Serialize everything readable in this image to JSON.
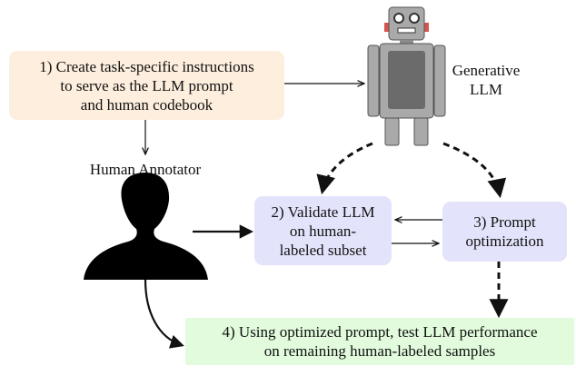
{
  "steps": {
    "step1": {
      "line1": "1) Create task-specific instructions",
      "line2": "to serve as the LLM prompt",
      "line3": "and human codebook"
    },
    "step2": {
      "line1": "2) Validate LLM",
      "line2": "on human-",
      "line3": "labeled subset"
    },
    "step3": {
      "line1": "3) Prompt",
      "line2": "optimization"
    },
    "step4": {
      "line1": "4) Using optimized prompt, test LLM performance",
      "line2": "on remaining human-labeled samples"
    }
  },
  "labels": {
    "generative_line1": "Generative",
    "generative_line2": "LLM",
    "human_annotator": "Human Annotator"
  },
  "icons": {
    "robot": "robot-icon",
    "human": "human-silhouette-icon"
  },
  "colors": {
    "step1_bg": "#fdeede",
    "step2_bg": "#e3e4fb",
    "step3_bg": "#e3e4fb",
    "step4_bg": "#e1fbdc",
    "robot_gray": "#a9a9a9",
    "robot_dark": "#6b6b6b",
    "robot_ears": "#d9534f"
  }
}
